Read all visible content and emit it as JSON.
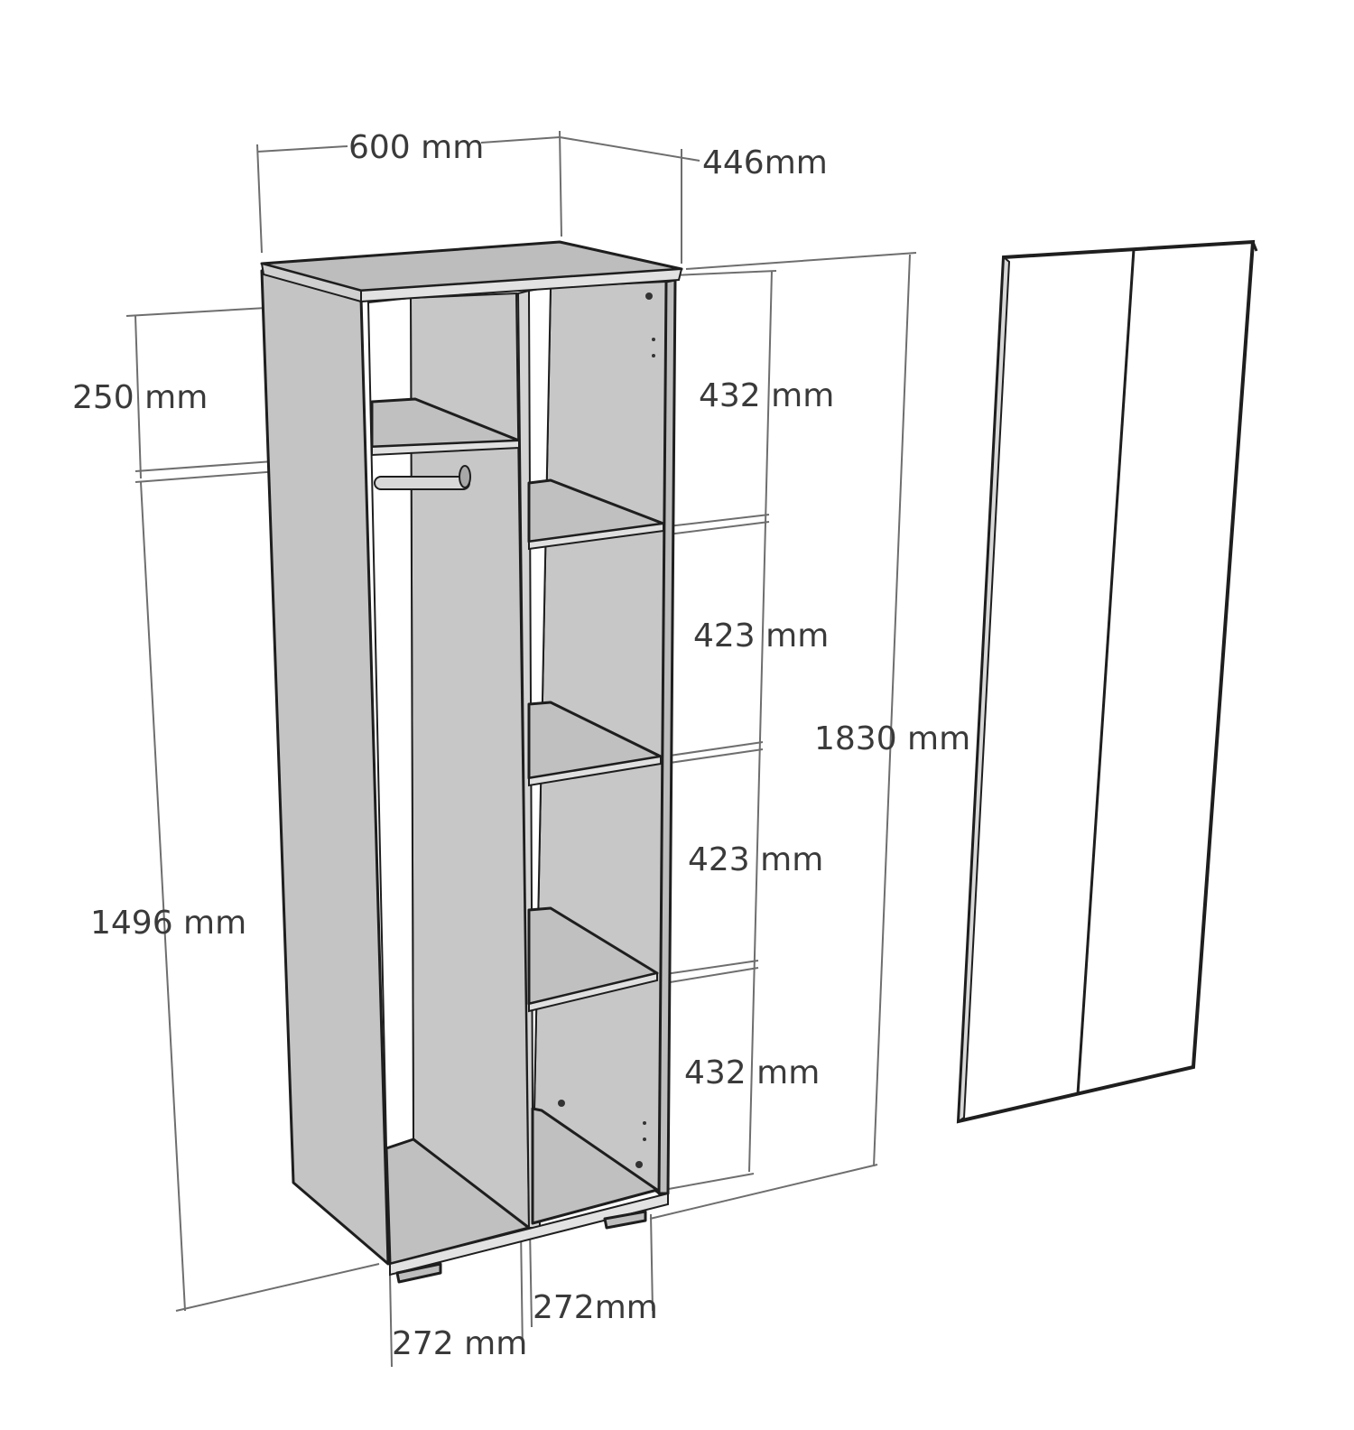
{
  "colors": {
    "background": "#ffffff",
    "panel": "#c4c4c4",
    "panel_dark": "#b9b9b9",
    "top_face": "#bdbdbd",
    "edge": "#1e1e1e",
    "dim_line": "#6e6e6e",
    "label": "#3a3a3a"
  },
  "dimensions": {
    "width": "600 mm",
    "depth": "446mm",
    "top_compartment": "250 mm",
    "hanging_height": "1496 mm",
    "total_height": "1830 mm",
    "shelf_1": "432 mm",
    "shelf_2": "423 mm",
    "shelf_3": "423 mm",
    "shelf_4": "432 mm",
    "left_width": "272 mm",
    "right_width": "272mm"
  }
}
